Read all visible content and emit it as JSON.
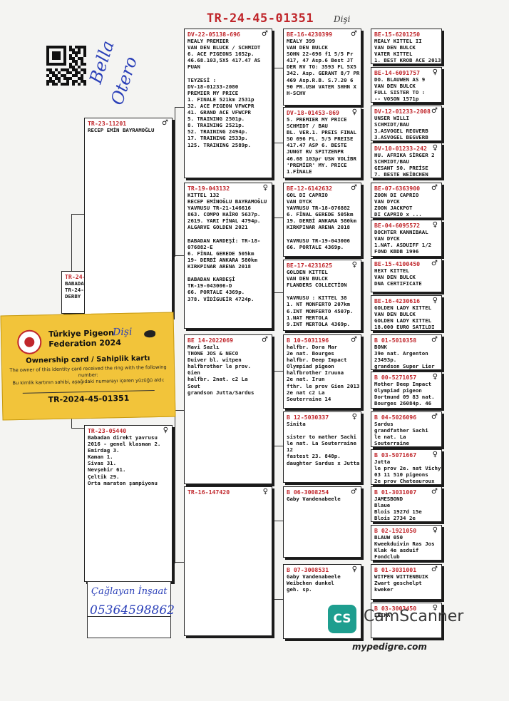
{
  "header": {
    "ring": "TR-24-45-01351",
    "gender": "Dişi"
  },
  "handwriting": {
    "name_line1": "Bella",
    "name_line2": "Otero",
    "contact_line1": "Çağlayan İnşaat",
    "contact_line2": "05364598862"
  },
  "card": {
    "federation_line1": "Türkiye Pigeon",
    "federation_line2": "Federation 2024",
    "handwritten": "Dişi",
    "title": "Ownership card / Sahiplik kartı",
    "desc_en": "The owner of this identity card received the ring with the following number:",
    "desc_tr": "Bu kimlik kartının sahibi, aşağıdaki numarayı içeren yüzüğü aldı:",
    "ring": "TR-2024-45-01351"
  },
  "footer": {
    "scanner_badge": "CS",
    "scanner_name": "CamScanner",
    "site": "mypedigre.com"
  },
  "pedigree": {
    "subject": {
      "ring": "TR-24-45-01351",
      "sex": "",
      "lines": [
        "BABADAN KARDEŞİ",
        "TR-24-45-01311",
        "DERBY KAMİKAZE FİNAL 37."
      ]
    },
    "sire": {
      "ring": "TR-23-11201",
      "sex": "♂",
      "lines": [
        "RECEP EMİN BAYRAMOĞLU"
      ]
    },
    "dam": {
      "ring": "TR-23-05440",
      "sex": "♀",
      "lines": [
        "Babadan direkt yavrusu",
        "2016 - genel klasman 2.",
        "Emirdag 3.",
        "Kaman 1.",
        "Sivas 31.",
        "Nevşehir 61.",
        "Çeltik 29.",
        "Orta maraton şampiyonu"
      ]
    },
    "ss": {
      "ring": "DV-22-05138-696",
      "sex": "♂",
      "lines": [
        "MEALY PREMIER",
        "VAN DEN BLUCK / SCHMIDT",
        "6. ACE PIGEONS 1652p.",
        "46.68.103,5X5 417.47 AS",
        "PUAN",
        "",
        "TEYZESİ :",
        "DV-18-01233-2080",
        "PREMIER MY PRICE",
        "1. FINALE 521km 2531p",
        "32. ACE PIGEON VFWCPR",
        "41. GRAND ACE VFWCPR",
        "5. TRAINING 2501p.",
        "8. TRAINING 2521p.",
        "52. TRAINING 2494p.",
        "17. TRAINING 2533p.",
        "125. TRAINING 2589p."
      ]
    },
    "sd": {
      "ring": "TR-19-043132",
      "sex": "♀",
      "lines": [
        "KITTEL 132",
        "RECEP EMİNOĞLU BAYRAMOĞLU",
        "YAVRUSU TR-21-146616",
        "863. COMPO HAİRO 5637p.",
        "2619. YARI FİNAL 4794p.",
        "ALGARVE GOLDEN 2021",
        "",
        "BABADAN KARDEŞİ: TR-18-",
        "076882-E",
        "6. FİNAL GEREDE 505km",
        "19- DERBİ ANKARA 580km",
        "KIRKPINAR ARENA 2018",
        "",
        "BABADAN KARDEŞİ",
        "TR-19-043006-D",
        "66. PORTALE 4369p.",
        "378. VİDİGUEİR 4724p."
      ]
    },
    "ds": {
      "ring": "BE 14-2022069",
      "sex": "♂",
      "lines": [
        "Mavi Sazlı",
        "THONE JOS & NECO",
        "Duiver bl. witpen",
        "halfbrother le prov.",
        "Gien",
        "halfbr. 2nat. c2 La",
        "Sout",
        "grandson Jutta/Sardus"
      ]
    },
    "dd": {
      "ring": "TR-16-147420",
      "sex": "♀",
      "lines": []
    },
    "sss": {
      "ring": "BE-16-4230399",
      "sex": "♂",
      "lines": [
        "MEALY 399",
        "VAN DEN BULCK",
        "SOHN 22-696 f1 5/5 Pr",
        "417, 47 Asp.6 Best JT",
        "DER RV TO: 3593 FL 5X5",
        "342. Asp. GERANT 8/7 PR",
        "469 Asp.R.B. S.7.20 6",
        "90 PR.USW VATER SHHN X",
        "H-SCHV"
      ]
    },
    "ssd": {
      "ring": "DV-18-01453-869",
      "sex": "♀",
      "lines": [
        "5. PREMIER MY PRICE",
        "SCHMIDT / BAU",
        "BL. VER.1. PREIS FINAL",
        "SO 696 FL. 5/5 PREISE",
        "417.47 ASP 6. BESTE",
        "JUNGT RV SPITZENPR",
        "46.68 103pr USW VOLİBR",
        "'PREMİER' MY. PRICE",
        "1.FİNALE"
      ]
    },
    "sds": {
      "ring": "BE-12-6142632",
      "sex": "♂",
      "lines": [
        "GOL DI CAPRIO",
        "VAN DYCK",
        "YAVRUSU TR-18-076882",
        "6. FİNAL GEREDE 505km",
        "19. DERBİ ANKARA 580km",
        "KIRKPINAR ARENA 2018",
        "",
        "YAVRUSU TR-19-043006",
        "66. PORTALE 4369p."
      ]
    },
    "sdd": {
      "ring": "BE-17-4231625",
      "sex": "♀",
      "lines": [
        "GOLDEN KITTEL",
        "VAN DEN BULCK",
        "FLANDERS COLLECTİON",
        "",
        "YAVRUSU : KITTEL 38",
        "1. NT MONFERTO 207km",
        "6.INT MONFERTO 4507p.",
        "1.NAT MERTOLA",
        "9.INT MERTOLA 4369p."
      ]
    },
    "dss": {
      "ring": "B 10-5031196",
      "sex": "♂",
      "lines": [
        "halfbr. Dora Mar",
        "2e nat. Bourges",
        "halfbr. Deep Impact",
        "Olympiad pigeon",
        "halfbrother Iruuna",
        "2e nat. Irun",
        "fthr. le prov Gien 2013",
        "2e nat c2 La",
        "Souterraine 14"
      ]
    },
    "dsd": {
      "ring": "B 12-5030337",
      "sex": "♀",
      "lines": [
        "Sinita",
        "",
        "sister to mather Sachi",
        "le nat. La Souterraine",
        "12",
        "fastest 23. 848p.",
        "daughter Sardus x Jutta"
      ]
    },
    "dds": {
      "ring": "B 06-3008254",
      "sex": "♂",
      "lines": [
        "Gaby Vandenabeele"
      ]
    },
    "ddd": {
      "ring": "B 07-3008531",
      "sex": "♀",
      "lines": [
        "Gaby Vandenabeele",
        "Weibchen dunkel",
        "geh. sp."
      ]
    },
    "g4": [
      {
        "ring": "BE-15-6201250",
        "sex": "",
        "lines": [
          "MEALY KITTEL II",
          "VAN DEN BULCK",
          "VATER KITTEL",
          "1. BEST KROB ACE 2013"
        ]
      },
      {
        "ring": "BE-14-6091757",
        "sex": "♀",
        "lines": [
          "DO. BLAUWEN AS 9",
          "VAN DEN BULCK",
          "FULL SISTER TO :",
          "-- VOSON 1571p"
        ]
      },
      {
        "ring": "DV-12-01233-2008",
        "sex": "♂",
        "lines": [
          "UNSER WILLI",
          "SCHMIDT/BAU",
          "3.ASVOGEL REGVERB",
          "3.ASVOGEL BEGVERB"
        ]
      },
      {
        "ring": "DV-10-01233-242",
        "sex": "♀",
        "lines": [
          "HU. AFRIKA SİRGER 2",
          "SCHMIDT/BAU",
          "GESANT 50. PREİSE",
          "7. BESTE WEİBCHEN"
        ]
      },
      {
        "ring": "BE-07-6363900",
        "sex": "♂",
        "lines": [
          "ZOON DI CAPRIO",
          "VAN DYCK",
          "ZOON JACKPOT",
          "DI CAPRIO x ..."
        ]
      },
      {
        "ring": "BE-04-6095572",
        "sex": "♀",
        "lines": [
          "DOCHTER KANNIBAAL",
          "VAN DYCK",
          "1.NAT. ASDUIFF 1/2",
          "FOND KBDB 1996"
        ]
      },
      {
        "ring": "BE-15-4100450",
        "sex": "♂",
        "lines": [
          "HEXT KITTEL",
          "VAN DEN BULCK",
          "DNA CERTIFICATE"
        ]
      },
      {
        "ring": "BE-16-4230616",
        "sex": "♀",
        "lines": [
          "GOLDEN LADY KITTEL",
          "VAN DEN BULCK",
          "GOLDEN LADY KITTEL",
          "18.000 EURO SATILDI"
        ]
      },
      {
        "ring": "B 01-5010358",
        "sex": "♂",
        "lines": [
          "BONK",
          "39e nat. Argenton",
          "23493p.",
          "grandson Super Lier"
        ]
      },
      {
        "ring": "B 00-5271057",
        "sex": "♀",
        "lines": [
          "Mother Deep Impact",
          "Olympiad pigeon",
          "Dortmund 09 83 nat.",
          "Bourges 26084p. 46"
        ]
      },
      {
        "ring": "B 04-5026096",
        "sex": "♂",
        "lines": [
          "Sardus",
          "grandfather Sachi",
          "le nat. La",
          "Souterraine"
        ]
      },
      {
        "ring": "B 03-5071667",
        "sex": "♀",
        "lines": [
          "Jutta",
          "le prov 2e. nat Vichy",
          "03 11 510 pigeons",
          "2e prov Chateauroux"
        ]
      },
      {
        "ring": "B 01-3031007",
        "sex": "♂",
        "lines": [
          "JAMESBOND",
          "Blaue",
          "Blois 1927d 15e",
          "Blois 2734 2e"
        ]
      },
      {
        "ring": "B 02-1921050",
        "sex": "♀",
        "lines": [
          "BLAUW 050",
          "Kweekduivin Ras Jos",
          "Klak 4e asduif",
          "Fondclub"
        ]
      },
      {
        "ring": "B 01-3031001",
        "sex": "♂",
        "lines": [
          "WITPEN WITTENBUIK",
          "Zwart geschelpt",
          "kweker"
        ]
      },
      {
        "ring": "B 03-3003450",
        "sex": "♀",
        "lines": [
          "ERIKA"
        ]
      }
    ]
  }
}
